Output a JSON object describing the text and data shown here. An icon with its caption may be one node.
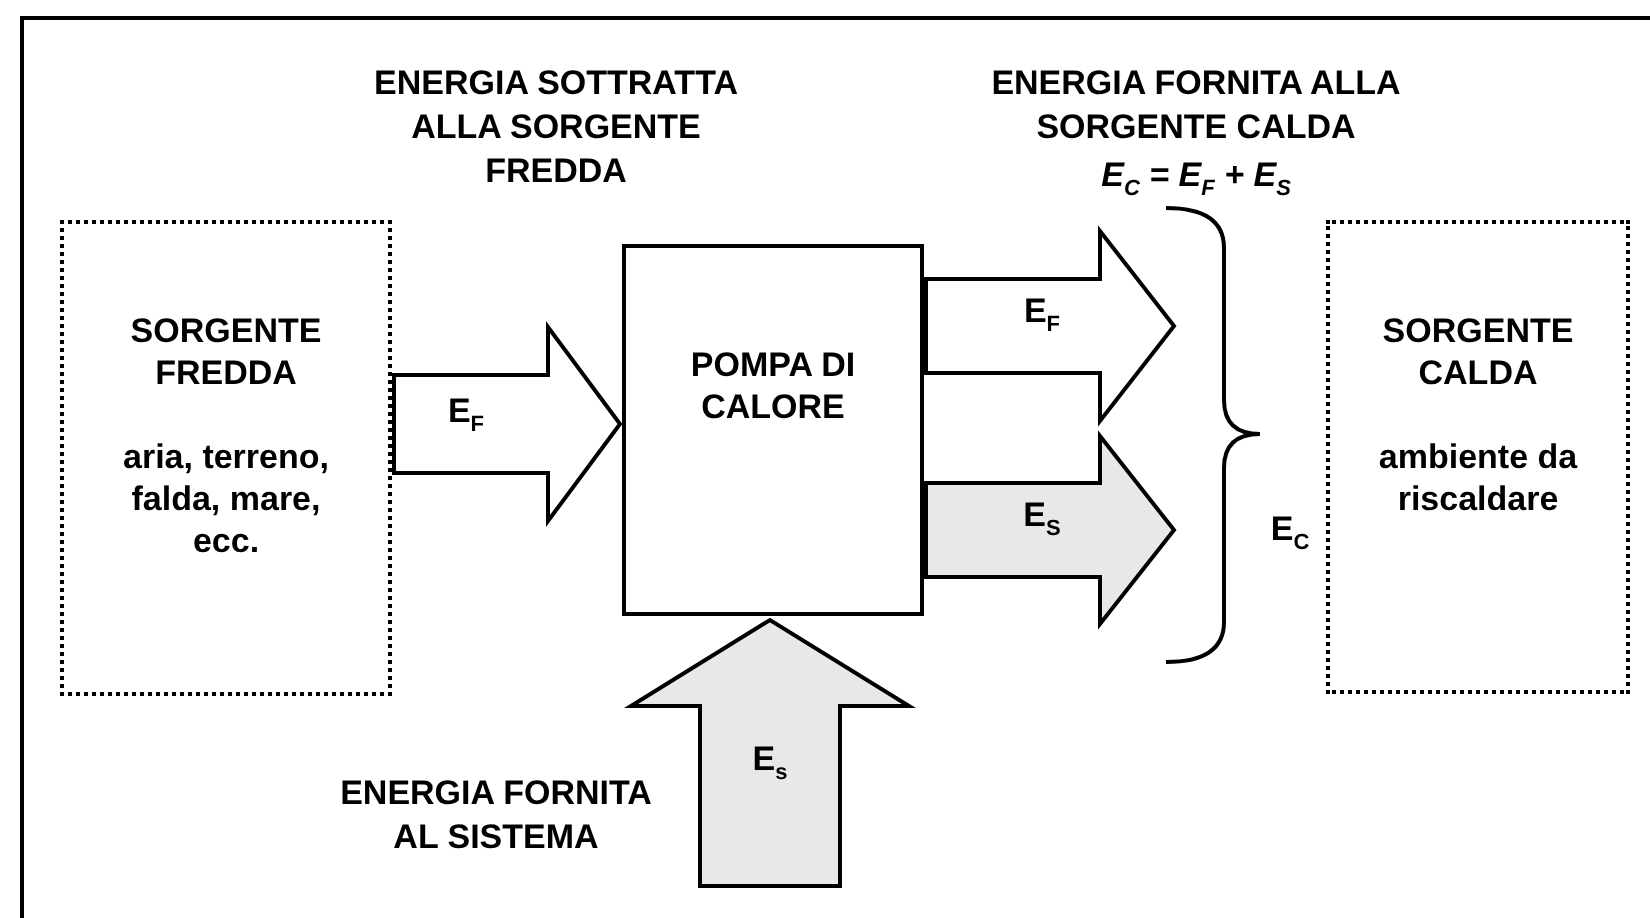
{
  "diagram": {
    "nodes": [
      {
        "text": [
          "SORGENTE FREDDA",
          "aria, terreno, falda, mare, ecc."
        ]
      },
      {
        "text": [
          "POMPA DI CALORE"
        ]
      },
      {
        "text": [
          "SORGENTE CALDA",
          "ambiente da riscaldare"
        ]
      }
    ],
    "edges": [
      {
        "from": 0,
        "to": 1,
        "arrow": "to",
        "label": "E$_{F}$"
      },
      {
        "from": 1,
        "to": null,
        "arrow": "to",
        "label": "E$_{F}$"
      },
      {
        "from": 1,
        "to": null,
        "arrow": "to",
        "label": "E$_{S}$",
        "color": "#e8e8e8"
      },
      {
        "from": null,
        "to": 1,
        "arrow": "to",
        "label": "E$_{s}$",
        "color": "#e8e8e8"
      }
    ],
    "labels": [
      "ENERGIA SOTTRATTA ALLA SORGENTE FREDDA",
      "ENERGIA FORNITA ALLA SORGENTE CALDA",
      "E$_{C}$ = E$_{F}$ + E$_{S}$",
      "E$_{C}$",
      "ENERGIA FORNITA AL SISTEMA"
    ]
  }
}
